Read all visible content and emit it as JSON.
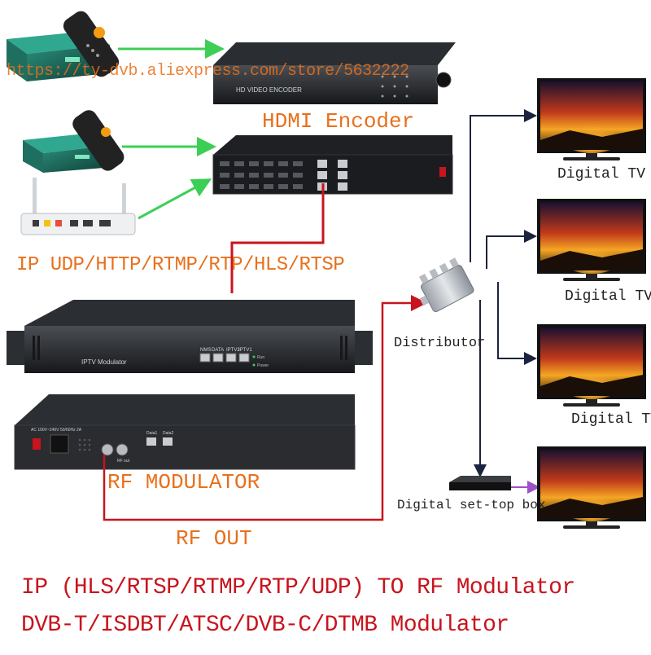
{
  "watermark": "https://ty-dvb.aliexpress.com/store/5632222",
  "devices": {
    "encoder_panel": "HD VIDEO ENCODER",
    "modulator_panel": "IPTV Modulator",
    "modulator_ports": [
      "NMS",
      "DATA",
      "IPTV2",
      "IPTV1"
    ],
    "modulator_leds": [
      "Run",
      "Power"
    ],
    "rear_power_spec": "AC 100V~240V 50/60Hz 2A",
    "rear_data_ports": [
      "Data1",
      "Data2"
    ],
    "rear_rf_port": "RF out"
  },
  "labels": {
    "hdmi_encoder": "HDMI Encoder",
    "ip_protocols": "IP UDP/HTTP/RTMP/RTP/HLS/RTSP",
    "distributor": "Distributor",
    "rf_modulator": "RF MODULATOR",
    "rf_out": "RF OUT",
    "tv1": "Digital TV",
    "tv2": "Digital TV",
    "tv3": "Digital TV",
    "stb": "Digital set-top box"
  },
  "headline": {
    "line1": "IP (HLS/RTSP/RTMP/RTP/UDP) TO RF Modulator",
    "line2": "DVB-T/ISDBT/ATSC/DVB-C/DTMB Modulator"
  },
  "colors": {
    "label_orange": "#e8701c",
    "headline_red": "#c8141e",
    "label_dark": "#222222",
    "link_green": "#3ccf55",
    "cable_red": "#c8141e",
    "cable_dark": "#1c2340",
    "stb_arrow_purple": "#a050c8"
  }
}
